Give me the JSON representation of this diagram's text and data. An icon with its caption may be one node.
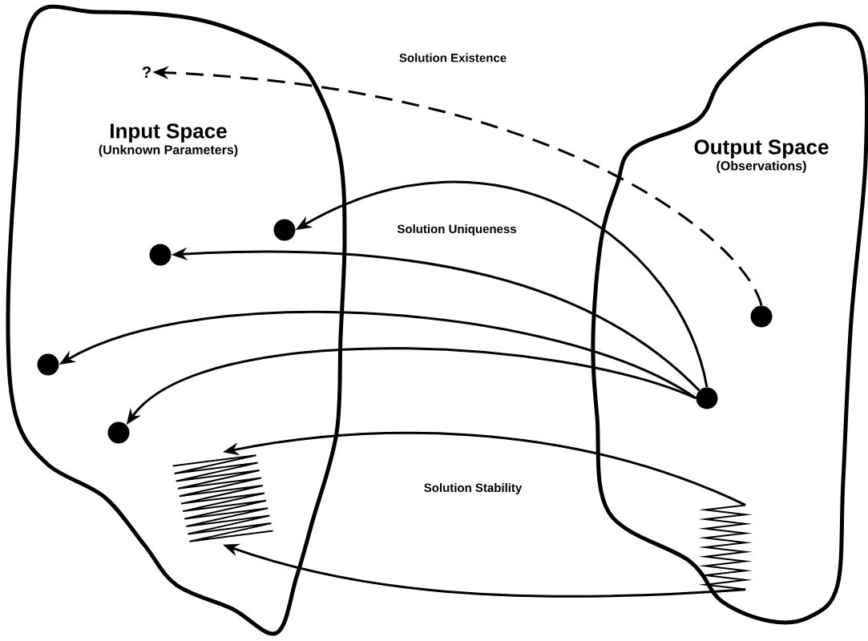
{
  "diagram": {
    "nodes": [
      {
        "text": [
          "Input Space",
          "(Unknown Parameters)"
        ]
      },
      {
        "text": [
          "Output Space",
          "(Observations)"
        ]
      },
      {
        "text": [
          "?"
        ],
        "in": 0
      },
      {
        "text": [],
        "shape": "circle",
        "in": 1
      },
      {
        "text": [],
        "shape": "circle",
        "in": 1
      },
      {
        "text": [],
        "shape": "circle",
        "in": 0
      },
      {
        "text": [],
        "shape": "circle",
        "in": 0
      },
      {
        "text": [],
        "shape": "circle",
        "in": 0
      },
      {
        "text": [],
        "shape": "circle",
        "in": 0
      },
      {
        "text": [],
        "shape": "zigzag",
        "in": 0
      },
      {
        "text": [],
        "shape": "zigzag",
        "in": 1
      }
    ],
    "edges": [
      {
        "from": 3,
        "to": 2,
        "arrow": "to",
        "style": "dashed"
      },
      {
        "from": 4,
        "to": 5,
        "arrow": "to"
      },
      {
        "from": 4,
        "to": 6,
        "arrow": "to"
      },
      {
        "from": 4,
        "to": 7,
        "arrow": "to"
      },
      {
        "from": 4,
        "to": 8,
        "arrow": "to"
      },
      {
        "from": 10,
        "to": 9,
        "arrow": "to"
      },
      {
        "from": 10,
        "to": 9,
        "arrow": "to"
      }
    ],
    "labels": [
      "Solution Existence",
      "Solution Uniqueness",
      "Solution Stability"
    ]
  }
}
